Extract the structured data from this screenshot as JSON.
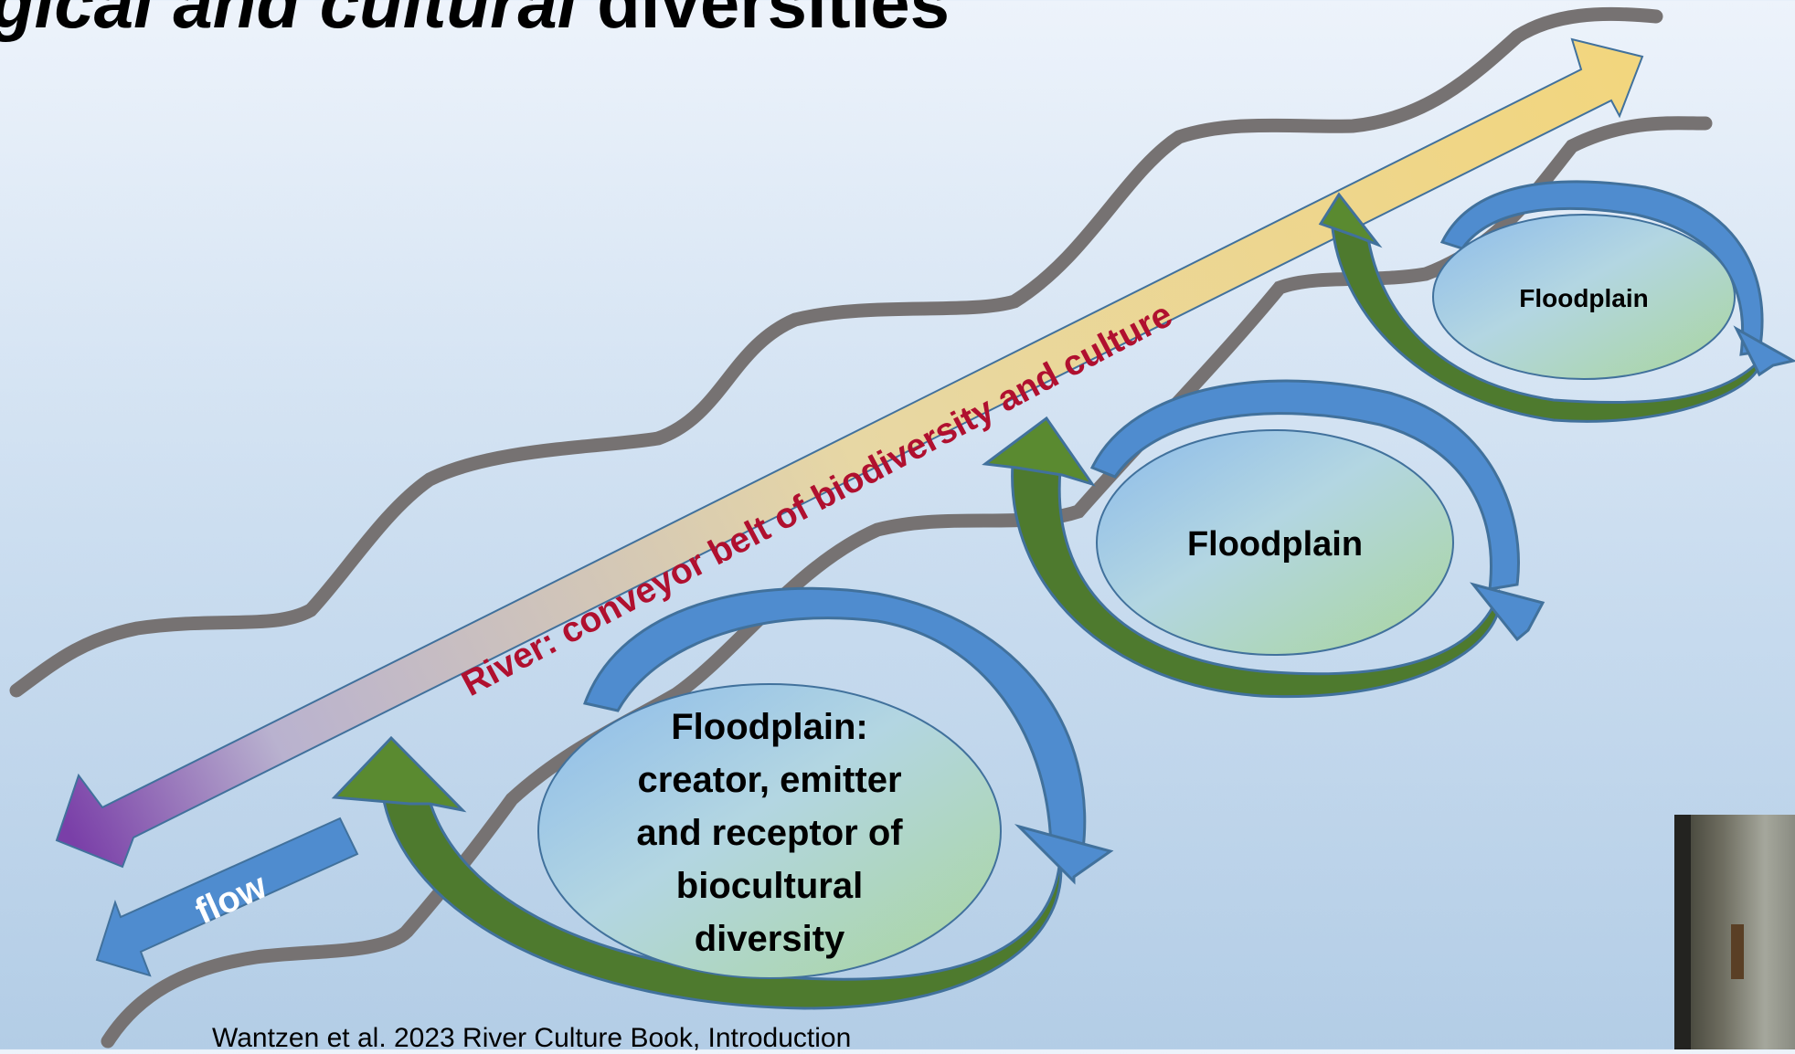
{
  "slide": {
    "title_italic": "gical and cultural",
    "title_bold": " diversities",
    "river_label": "River: conveyor belt of biodiversity and culture",
    "flow_label": "flow",
    "floodplain_large": [
      "Floodplain:",
      "creator, emitter",
      "and receptor of",
      "biocultural",
      "diversity"
    ],
    "floodplain_medium": "Floodplain",
    "floodplain_small": "Floodplain",
    "citation": "Wantzen et al. 2023 River Culture Book, Introduction"
  },
  "colors": {
    "riverbank": "#767272",
    "river_text": "#b0102f",
    "ellipse_border": "#41719c",
    "blue_arrow": "#4f8ccf",
    "green_arrow": "#4e7a2e",
    "arrow_gold": "#f0d886",
    "arrow_purple": "#7a3fa8"
  },
  "icons": [
    "webcam-video-thumbnail"
  ]
}
